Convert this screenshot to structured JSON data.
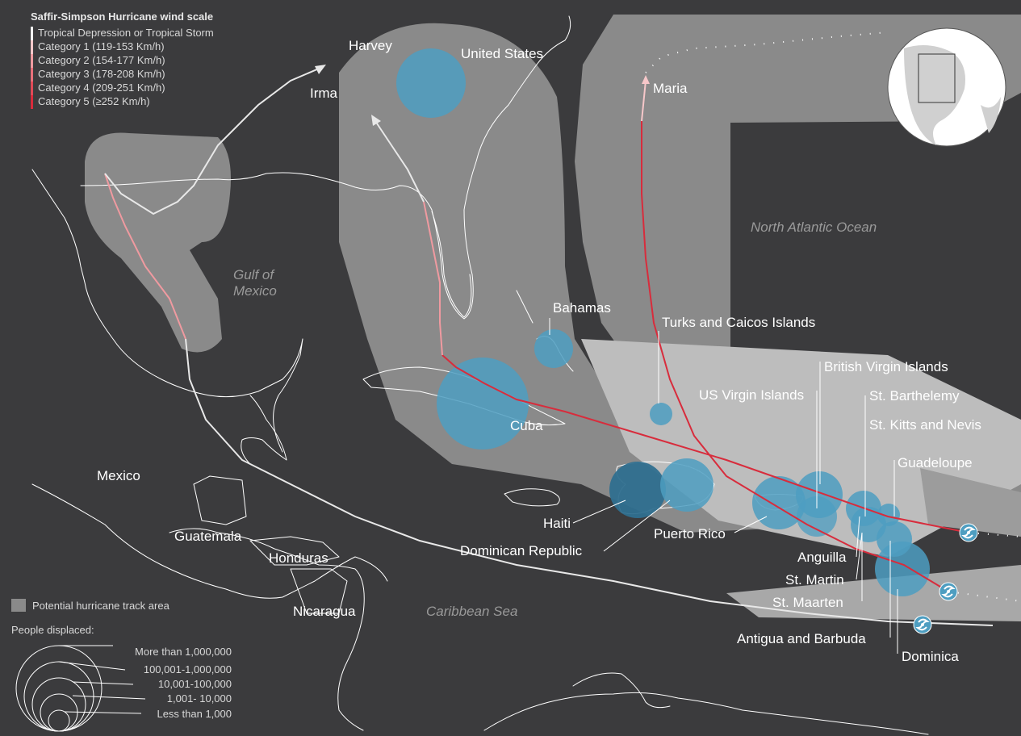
{
  "wind_scale": {
    "title": "Saffir-Simpson Hurricane wind scale",
    "categories": [
      {
        "label": "Tropical Depression or Tropical Storm",
        "color": "#f2f2f2"
      },
      {
        "label": "Category 1 (119-153 Km/h)",
        "color": "#f6c7c9"
      },
      {
        "label": "Category 2 (154-177 Km/h)",
        "color": "#ef9aa0"
      },
      {
        "label": "Category 3 (178-208 Km/h)",
        "color": "#e8707a"
      },
      {
        "label": "Category 4 (209-251 Km/h)",
        "color": "#e04a57"
      },
      {
        "label": "Category 5 (≥252 Km/h)",
        "color": "#d82c3c"
      }
    ]
  },
  "track_area_legend": {
    "label": "Potential hurricane track area",
    "color": "#8a8a8a"
  },
  "displaced_legend": {
    "title": "People displaced:",
    "sizes": [
      "More than 1,000,000",
      "100,001-1,000,000",
      "10,001-100,000",
      "1,001- 10,000",
      "Less than 1,000"
    ]
  },
  "hurricanes": {
    "harvey": "Harvey",
    "irma": "Irma",
    "maria": "Maria"
  },
  "seas": {
    "atlantic": "North Atlantic Ocean",
    "gulf_line1": "Gulf of",
    "gulf_line2": "Mexico",
    "caribbean": "Caribbean Sea"
  },
  "countries": {
    "us": "United States",
    "mexico": "Mexico",
    "guatemala": "Guatemala",
    "honduras": "Honduras",
    "nicaragua": "Nicaragua",
    "cuba": "Cuba",
    "bahamas": "Bahamas",
    "haiti": "Haiti",
    "dominican": "Dominican Republic",
    "puerto_rico": "Puerto Rico",
    "turks": "Turks and Caicos Islands",
    "usvi": "US Virgin Islands",
    "bvi": "British Virgin Islands",
    "st_barthelemy": "St. Barthelemy",
    "st_kitts": "St. Kitts and Nevis",
    "guadeloupe": "Guadeloupe",
    "anguilla": "Anguilla",
    "st_martin": "St. Martin",
    "st_maarten": "St. Maarten",
    "antigua": "Antigua and Barbuda",
    "dominica": "Dominica"
  },
  "colors": {
    "background": "#3b3b3d",
    "track_area": "#8a8a8a",
    "track_area_light": "#bdbdbd",
    "bubble": "#4e9ec1",
    "bubble_dark": "#2f6f8f"
  },
  "icons": [
    "hurricane-icon",
    "globe-locator-icon"
  ]
}
